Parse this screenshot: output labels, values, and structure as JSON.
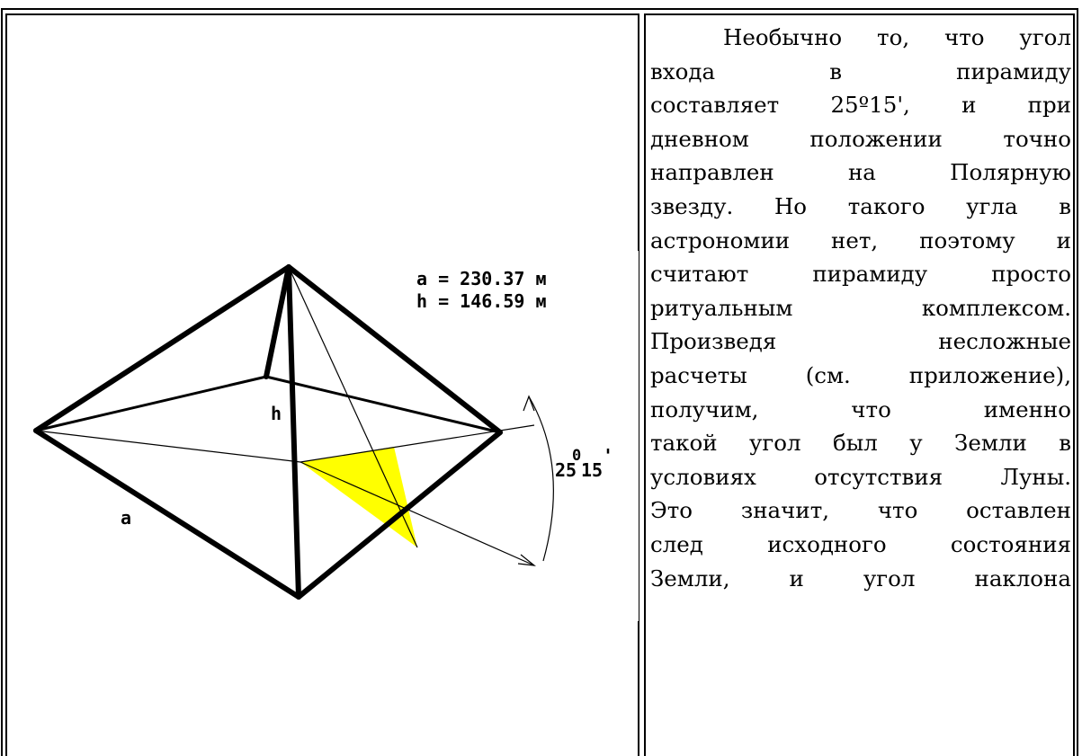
{
  "heading_fragment": "",
  "figure": {
    "label_a_value": "a = 230.37 м",
    "label_h_value": "h = 146.59 м",
    "label_h": "h",
    "label_a": "a",
    "angle_main": "25",
    "angle_deg": "0",
    "angle_min": "15",
    "angle_prime": "'",
    "highlight_color": "#ffff00",
    "line_color": "#000000"
  },
  "paragraph": {
    "lines": [
      "Необычно то, что угол",
      "входа в пирамиду",
      "составляет 25º15', и при",
      "дневном положении точно",
      "направлен на Полярную",
      "звезду. Но такого угла в",
      "астрономии нет, поэтому и",
      "считают пирамиду просто",
      "ритуальным комплексом.",
      "Произведя несложные",
      "расчеты (см. приложение),",
      "получим, что именно",
      "такой угол был у Земли в",
      "условиях отсутствия Луны.",
      "Это значит, что оставлен",
      "след исходного состояния",
      "Земли, и угол наклона"
    ]
  }
}
